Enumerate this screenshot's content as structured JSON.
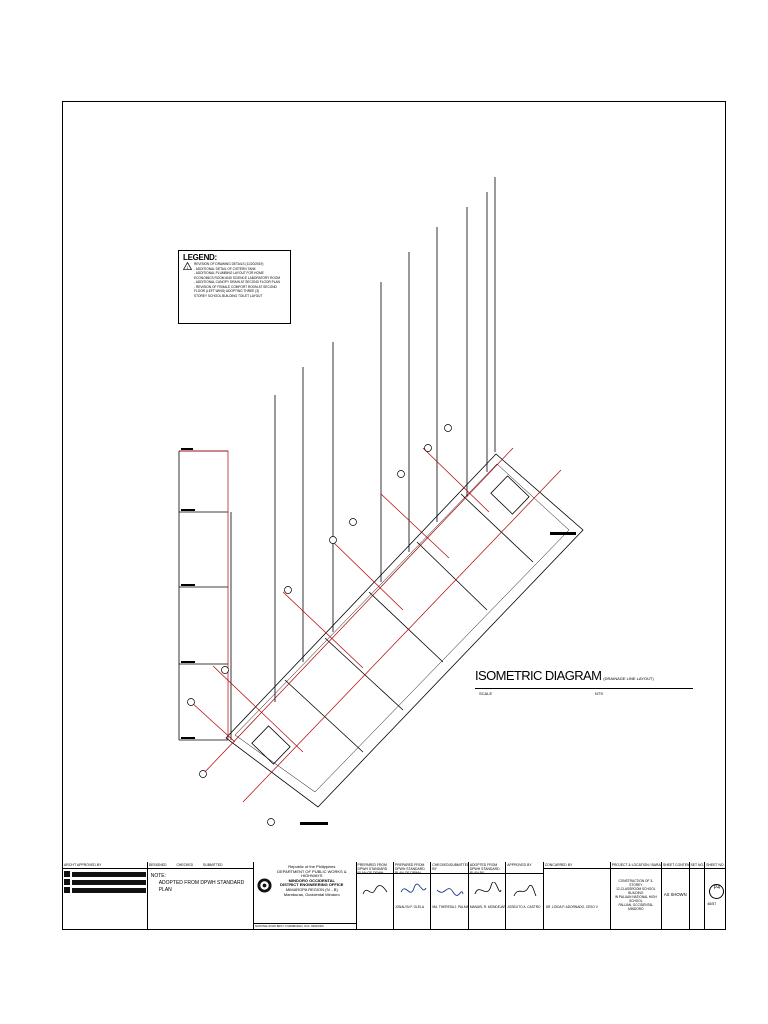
{
  "legend": {
    "title": "LEGEND:",
    "entry_heading": "REVISION OF DRAWING DETAILS (11/20/2019)",
    "entry_lines": [
      "- ADDITIONAL DETAIL OF CISTERN TANK",
      "- ADDITIONAL PLUMBING LAYOUT FOR HOME",
      "  ECONOMICS ROOM AND SCIENCE LABORATORY ROOM",
      "- ADDITIONAL CANOPY DRAIN AT SECOND FLOOR PLAN",
      "- REVISION OF FEMALE COMFORT ROOM AT SECOND",
      "  FLOOR (LEFT WING) ADOPTING THREE (3)",
      "  STOREY SCHOOL BUILDING TOILET LAYOUT"
    ]
  },
  "drawing": {
    "title": "ISOMETRIC DIAGRAM",
    "subtitle": "(DRAINAGE LINE LAYOUT)",
    "scale_label": "SCALE",
    "scale_value": "NTS"
  },
  "title_block": {
    "col1": {
      "header": "ARCH'T APPROVED BY"
    },
    "col2": {
      "headers": [
        "DESIGNED",
        "CHECKED",
        "SUBMITTED"
      ],
      "note": "NOTE:",
      "adopted": "ADOPTED FROM DPWH STANDARD PLAN"
    },
    "agency": {
      "republic": "Republic of the Philippines",
      "dept": "DEPARTMENT OF PUBLIC WORKS & HIGHWAYS",
      "district": "MINDORO OCCIDENTAL",
      "office": "DISTRICT ENGINEERING OFFICE",
      "region": "MIMAROPA REGION (IV - B)",
      "city": "Mamburao, Occidental Mindoro",
      "address": "NATIONAL ROAD BRGY. 6 MAMBURAO, OCC. MINDORO"
    },
    "signatories": [
      {
        "header": "PREPARED FROM DPWH STANDARD PLAN OF DPWH",
        "name": ""
      },
      {
        "header": "PREPARED FROM DPWH STANDARD PLAN OF DPWH",
        "name": "JONALYN F. OLELA"
      },
      {
        "header": "CHECKED/SUBMITTED BY",
        "name": "MA. THERESA J. PALMA"
      },
      {
        "header": "ADOPTED FROM DPWH STANDARD PLAN BY",
        "name": "MANUEL R. MONDEJAR"
      },
      {
        "header": "APPROVED BY",
        "name": "JOSELITO A. CASTRO"
      },
      {
        "header": "CONCURRED BY",
        "name": "DR. LOIDA P. ADORNADO, CESO V"
      }
    ],
    "project": {
      "header": "PROJECT & LOCATION / BARANGAY",
      "lines": [
        "CONSTRUCTION OF 3-STOREY",
        "12-CLASSROOM SCHOOL BUILDING",
        "IN PALUAN NATIONAL HIGH SCHOOL",
        "PALUAN, OCCIDENTAL MINDORO"
      ]
    },
    "sheet_contents": {
      "header": "SHEET CONTENTS",
      "value": "AS SHOWN"
    },
    "set_no": {
      "header": "SET NO."
    },
    "sheet_no": {
      "header": "SHEET NO.",
      "value": "P4",
      "of": "46/57"
    }
  }
}
